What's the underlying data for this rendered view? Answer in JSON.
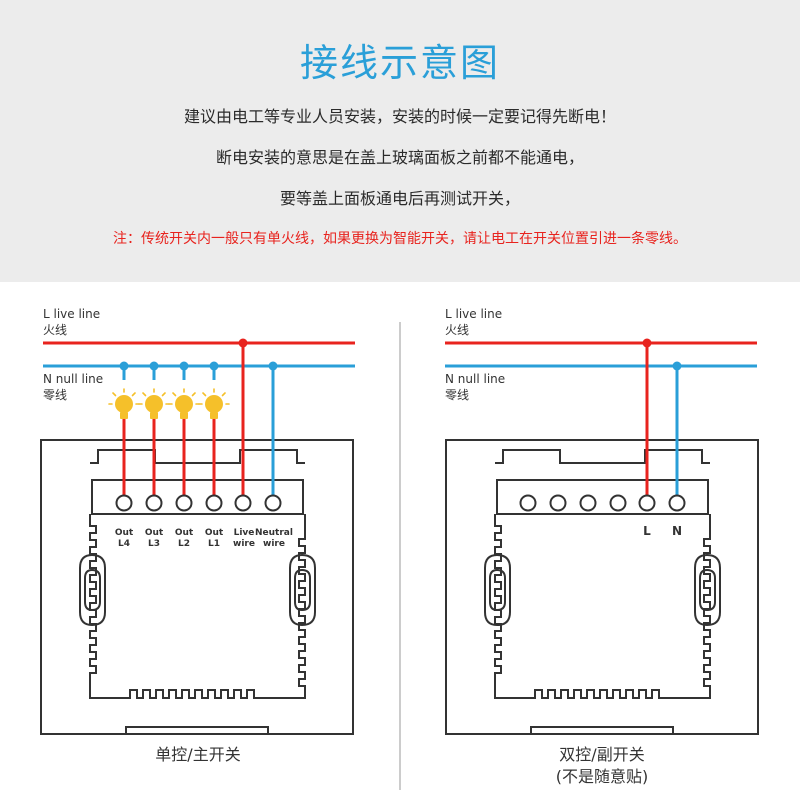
{
  "header": {
    "title": "接线示意图",
    "lines": [
      "建议由电工等专业人员安装，安装的时候一定要记得先断电！",
      "断电安装的意思是在盖上玻璃面板之前都不能通电，",
      "要等盖上面板通电后再测试开关，"
    ],
    "note": "注：传统开关内一般只有单火线，如果更换为智能开关，请让电工在开关位置引进一条零线。"
  },
  "left_diagram": {
    "live_line_en": "L live line",
    "live_line_cn": "火线",
    "null_line_en": "N null line",
    "null_line_cn": "零线",
    "terminals": [
      {
        "top": "Out",
        "bottom": "L4"
      },
      {
        "top": "Out",
        "bottom": "L3"
      },
      {
        "top": "Out",
        "bottom": "L2"
      },
      {
        "top": "Out",
        "bottom": "L1"
      },
      {
        "top": "Live",
        "bottom": "wire"
      },
      {
        "top": "Neutral",
        "bottom": "wire"
      }
    ],
    "caption": "单控/主开关"
  },
  "right_diagram": {
    "live_line_en": "L live line",
    "live_line_cn": "火线",
    "null_line_en": "N null line",
    "null_line_cn": "零线",
    "terminal_l": "L",
    "terminal_n": "N",
    "caption": "双控/副开关",
    "caption_sub": "(不是随意贴)"
  },
  "colors": {
    "live": "#e8231e",
    "neutral": "#2a9fd8",
    "bulb": "#f5c02a",
    "outline": "#333333"
  }
}
